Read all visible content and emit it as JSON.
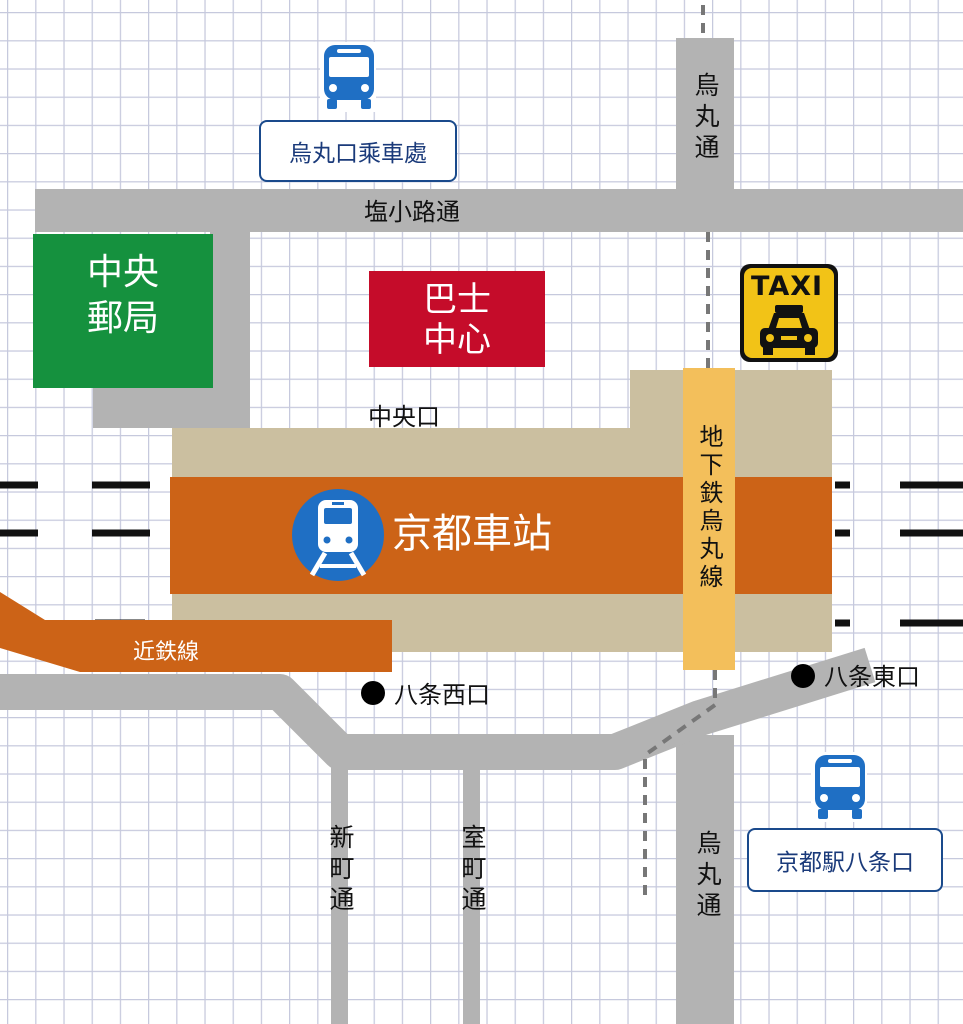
{
  "streets": {
    "karasuma_north": "烏丸通",
    "shiokoji": "塩小路通",
    "shinmachi": "新町通",
    "muromachi": "室町通",
    "karasuma_south": "烏丸通"
  },
  "buildings": {
    "post_office": "中央\n郵局",
    "bus_center": "巴士\n中心"
  },
  "station": {
    "name": "京都車站",
    "central_exit": "中央口",
    "hachijo_west": "八条西口",
    "hachijo_east": "八条東口"
  },
  "lines": {
    "subway": "地下鉄烏丸線",
    "kintetsu": "近鉄線"
  },
  "bus_stops": {
    "karasuma_exit": "烏丸口乘車處",
    "hachijo_exit": "京都駅八条口"
  },
  "taxi": {
    "label": "TAXI"
  },
  "icons": [
    "bus-icon",
    "train-icon",
    "taxi-icon"
  ],
  "colors": {
    "road": "#b3b3b3",
    "grid": "#c6c9dd",
    "station_outer": "#cbbfa0",
    "station_band": "#cc6317",
    "post_office": "#15913e",
    "bus_center": "#c50c2a",
    "subway": "#f3bf5b",
    "bus_blue": "#1f6fc4",
    "taxi_yellow": "#f2c317"
  }
}
